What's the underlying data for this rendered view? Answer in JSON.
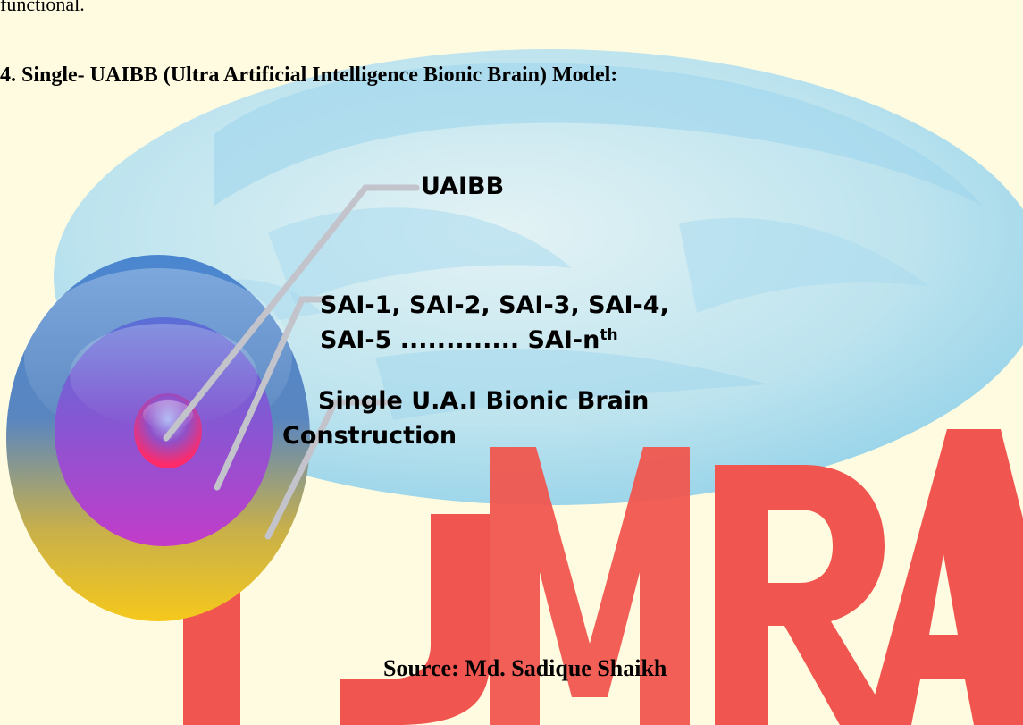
{
  "document": {
    "lead_text": "functional.",
    "heading": "4. Single- UAIBB (Ultra Artificial Intelligence Bionic Brain) Model:",
    "source": "Source: Md. Sadique Shaikh"
  },
  "diagram": {
    "type": "concentric-circles",
    "label_core": "UAIBB",
    "label_middle_line1": "SAI-1, SAI-2, SAI-3, SAI-4,",
    "label_middle_line2": "SAI-5 ............. SAI-n",
    "label_middle_sup": "th",
    "label_outer_line1": "Single U.A.I Bionic Brain",
    "label_outer_line2": "Construction"
  },
  "watermark": {
    "letters": [
      "I",
      "J",
      "M",
      "R",
      "A"
    ],
    "letter_color": "#f0564f",
    "globe_color": "#8fd0ec"
  },
  "colors": {
    "page_background": "#fffbe0",
    "outer_ring_top": "#4a86d0",
    "outer_ring_bottom": "#f5c81c",
    "middle_ring_top": "#5a6fd6",
    "middle_ring_bottom": "#c23cc9",
    "core_top": "#7a7fd8",
    "core_bottom": "#ff2a6a",
    "leader_line": "#c3c3cb"
  }
}
